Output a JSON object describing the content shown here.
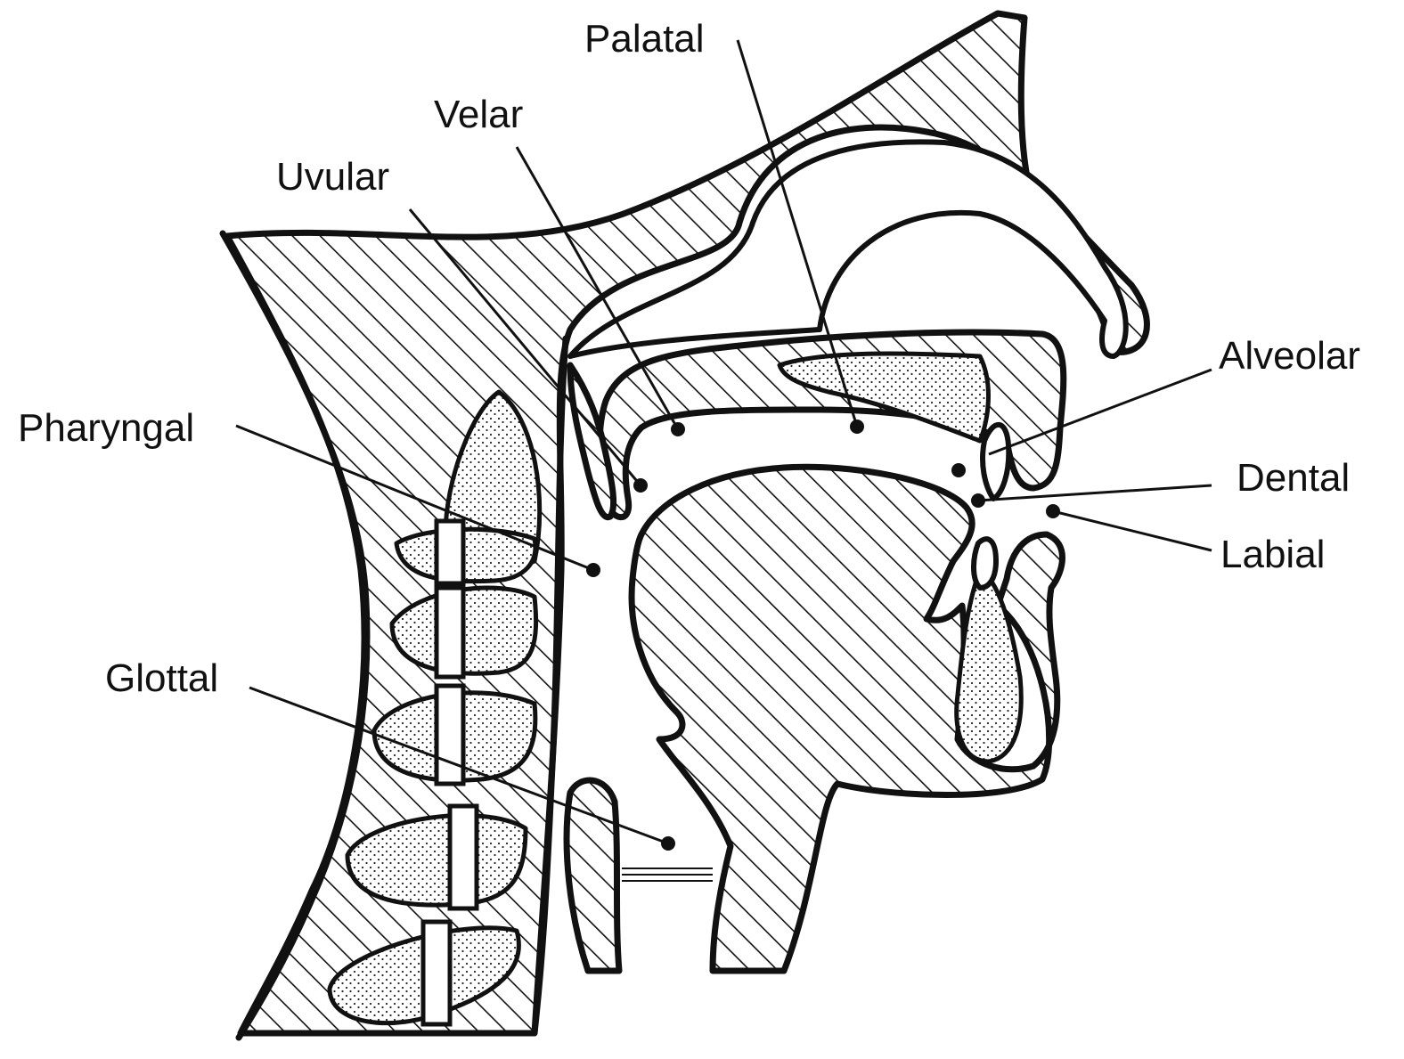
{
  "labels": {
    "palatal": "Palatal",
    "velar": "Velar",
    "uvular": "Uvular",
    "pharyngal": "Pharyngal",
    "glottal": "Glottal",
    "alveolar": "Alveolar",
    "dental": "Dental",
    "labial": "Labial"
  },
  "colors": {
    "ink": "#111111",
    "background": "#ffffff"
  }
}
